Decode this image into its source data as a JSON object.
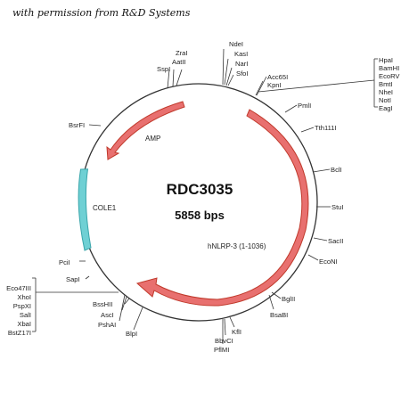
{
  "caption": "with permission from R&D Systems",
  "plasmid": {
    "name": "RDC3035",
    "size": "5858 bps"
  },
  "features": {
    "amp": "AMP",
    "cole1": "COLE1",
    "insert": "hNLRP-3 (1-1036)"
  },
  "colors": {
    "backbone": "#333333",
    "orf": "#e8706f",
    "orf_outline": "#c0392b",
    "origin": "#6fd0d4",
    "origin_outline": "#3aa6ab"
  },
  "sites": {
    "top": [
      "ZraI",
      "AatII",
      "SspI"
    ],
    "ndei_group": [
      "NdeI",
      "KasI",
      "NarI",
      "SfoI"
    ],
    "acc_group": [
      "Acc65I",
      "KpnI"
    ],
    "mcs_group": [
      "HpaI",
      "BamHI",
      "EcoRV",
      "BmtI",
      "NheI",
      "NotI",
      "EagI"
    ],
    "right": [
      "PmlI",
      "Tth111I",
      "BclI",
      "StuI",
      "SacII",
      "EcoNI"
    ],
    "lower_right": [
      "BglII",
      "BsaBI"
    ],
    "bottom_kfli": [
      "KflI",
      "BbvCI",
      "PflMI"
    ],
    "bottom_blpi": "BlpI",
    "bottom_bss": [
      "BssHII",
      "AscI",
      "PshAI"
    ],
    "left_group": [
      "Eco47III",
      "XhoI",
      "PspXI",
      "SalI",
      "XbaI",
      "BstZ17I"
    ],
    "left": [
      "SapI",
      "PciI",
      "BsrFI"
    ]
  }
}
